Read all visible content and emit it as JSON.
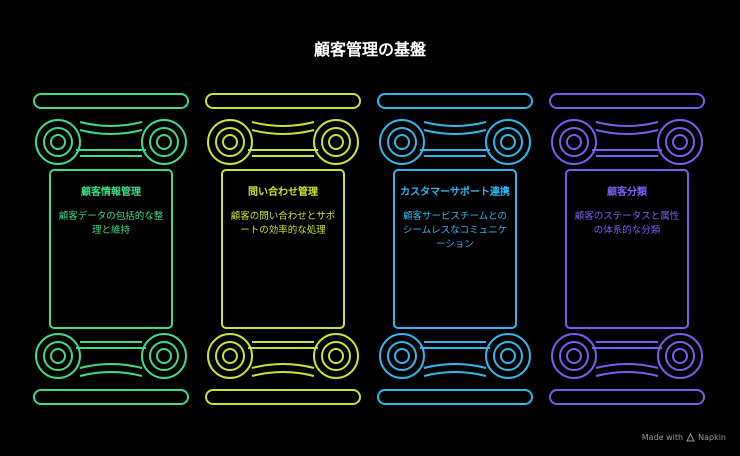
{
  "title": "顧客管理の基盤",
  "pillars": [
    {
      "title": "顧客情報管理",
      "description": "顧客データの包括的な整理と維持",
      "color": "#3ddc84"
    },
    {
      "title": "問い合わせ管理",
      "description": "顧客の問い合わせとサポートの効率的な処理",
      "color": "#c6e62f"
    },
    {
      "title": "カスタマーサポート連携",
      "description": "顧客サービスチームとのシームレスなコミュニケーション",
      "color": "#2fb6f0"
    },
    {
      "title": "顧客分類",
      "description": "顧客のステータスと属性の体系的な分類",
      "color": "#7b5cf0"
    }
  ],
  "footer": {
    "made_with": "Made with",
    "brand": "Napkin",
    "logo_icon": "napkin-logo-icon"
  }
}
